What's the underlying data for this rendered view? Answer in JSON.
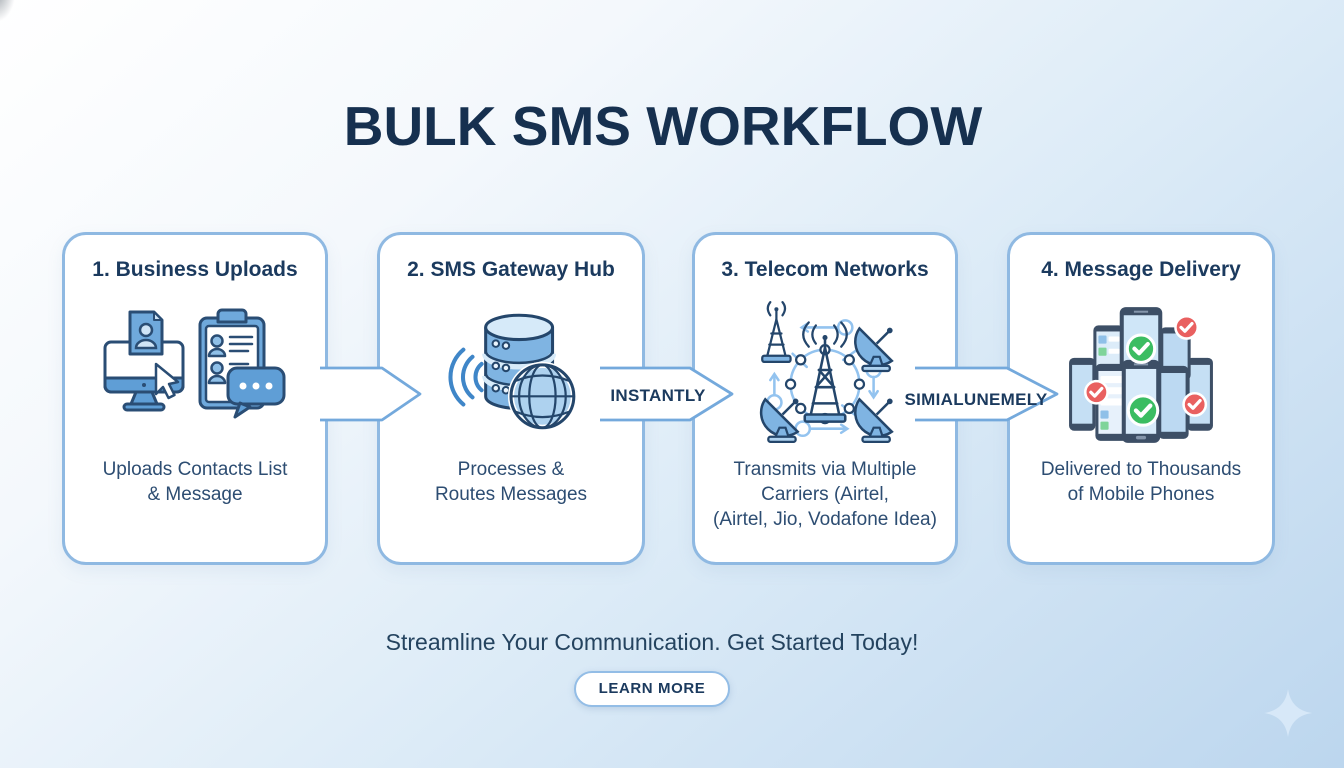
{
  "title": "BULK SMS WORKFLOW",
  "steps": [
    {
      "heading": "1. Business Uploads",
      "icon": "computer-upload-clipboard-icon",
      "description": "Uploads Contacts List\n& Message"
    },
    {
      "heading": "2. SMS Gateway Hub",
      "icon": "database-globe-signal-icon",
      "description": "Processes &\nRoutes Messages"
    },
    {
      "heading": "3. Telecom Networks",
      "icon": "cell-towers-network-icon",
      "description": "Transmits via Multiple\nCarriers (Airtel,\n(Airtel, Jio, Vodafone Idea)"
    },
    {
      "heading": "4. Message Delivery",
      "icon": "phones-delivered-checks-icon",
      "description": "Delivered to Thousands\nof Mobile Phones"
    }
  ],
  "arrows": [
    {
      "label": ""
    },
    {
      "label": "INSTANTLY"
    },
    {
      "label": "SIMIALUNEMELY"
    }
  ],
  "footer": {
    "tagline": "Streamline Your Communication. Get Started Today!",
    "cta_label": "LEARN MORE"
  },
  "colors": {
    "background_top": "#ffffff",
    "background_bottom": "#bcd6ee",
    "title_navy": "#16304f",
    "heading_navy": "#1b3a5e",
    "body_text": "#2d4d72",
    "card_border": "#8fb9e2",
    "arrow_border": "#74a9dc",
    "icon_blue": "#5f9ed6",
    "icon_light_blue": "#cfe4f6",
    "icon_navy": "#2a4d74",
    "check_green": "#3bbd62",
    "check_red": "#e96060"
  }
}
